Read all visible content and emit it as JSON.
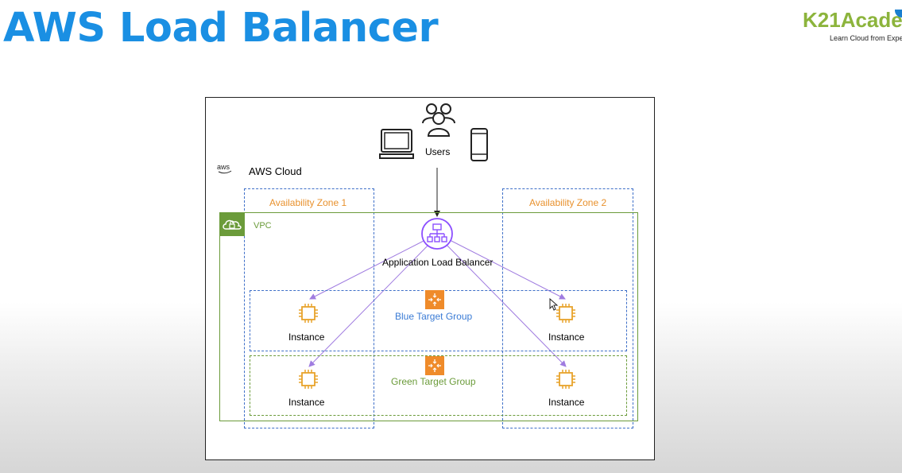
{
  "page": {
    "title": "AWS Load Balancer"
  },
  "logo": {
    "brand": "K21Acade",
    "tagline": "Learn Cloud from Expe"
  },
  "diagram": {
    "users_label": "Users",
    "aws_badge": "aws",
    "cloud_label": "AWS Cloud",
    "az1_label": "Availability Zone 1",
    "az2_label": "Availability Zone 2",
    "vpc_label": "VPC",
    "alb_label": "Application Load Balancer",
    "blue_group_label": "Blue Target Group",
    "green_group_label": "Green Target Group",
    "instance_label": "Instance"
  },
  "colors": {
    "title": "#1a8fe3",
    "logo_green": "#8cb43c",
    "logo_dot": "#1a7fd0",
    "az_border": "#3e6fc8",
    "az_text": "#e8912d",
    "vpc": "#6b9b3a",
    "alb": "#8c4fff",
    "blue_text": "#3a7bd5",
    "green_text": "#6b9b3a",
    "instance": "#e8a32b",
    "target_icon": "#ef8b2a",
    "arrow": "#a07ce0"
  }
}
